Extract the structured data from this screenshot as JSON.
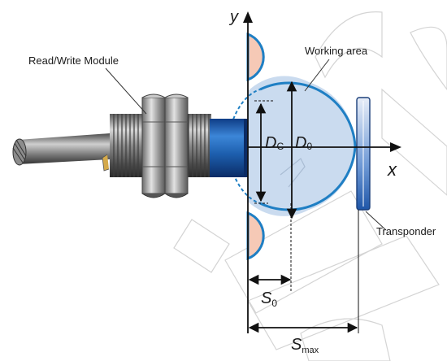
{
  "labels": {
    "read_write_module": "Read/Write Module",
    "working_area": "Working area",
    "transponder": "Transponder",
    "axis_y": "y",
    "axis_x": "x",
    "dc_main": "D",
    "dc_sub": "C",
    "d0_main": "D",
    "d0_sub": "0",
    "s0_main": "S",
    "s0_sub": "0",
    "smax_main": "S",
    "smax_sub": "max"
  },
  "colors": {
    "working_area_fill": "#c7d9ee",
    "working_area_stroke": "#1f7fc4",
    "lobe_fill": "#f6c9b6",
    "sensor_blue": "#1d5fae",
    "housing_grey": "#8c8c8c",
    "transponder_blue": "#2c6cc0"
  }
}
